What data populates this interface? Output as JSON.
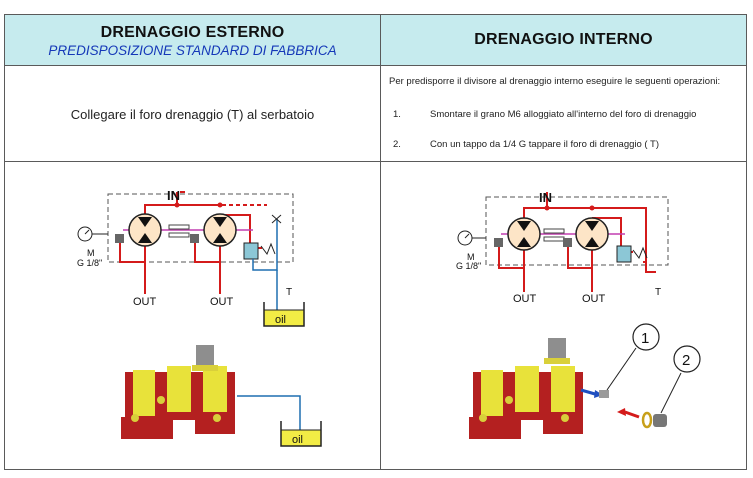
{
  "left": {
    "title": "DRENAGGIO ESTERNO",
    "subtitle": "PREDISPOSIZIONE STANDARD DI FABBRICA",
    "instruction": "Collegare il foro drenaggio (T) al serbatoio",
    "diagram": {
      "in_label": "IN",
      "out1": "OUT",
      "out2": "OUT",
      "gauge_label": "M",
      "gauge_thread": "G 1/8\"",
      "tank_port": "T",
      "tank_label_1": "oil",
      "tank_label_2": "oil"
    }
  },
  "right": {
    "title": "DRENAGGIO INTERNO",
    "intro": "Per predisporre il divisore al drenaggio interno eseguire le seguenti operazioni:",
    "steps": [
      {
        "num": "1.",
        "text": "Smontare il grano M6 alloggiato all'interno del foro di drenaggio"
      },
      {
        "num": "2.",
        "text": "Con un tappo da 1/4 G tappare il foro di drenaggio ( T)"
      }
    ],
    "diagram": {
      "in_label": "IN",
      "out1": "OUT",
      "out2": "OUT",
      "gauge_label": "M",
      "gauge_thread": "G 1/8\"",
      "tank_port": "T",
      "callout_1": "1",
      "callout_2": "2"
    }
  },
  "colors": {
    "header_bg": "#c6ebee",
    "subtitle": "#1538b8",
    "pump_red": "#cc1b1b",
    "body_yellow": "#e8e23a",
    "line_red": "#d41b1b",
    "line_blue": "#1f6fb0",
    "tank_yellow": "#f2ec45"
  }
}
